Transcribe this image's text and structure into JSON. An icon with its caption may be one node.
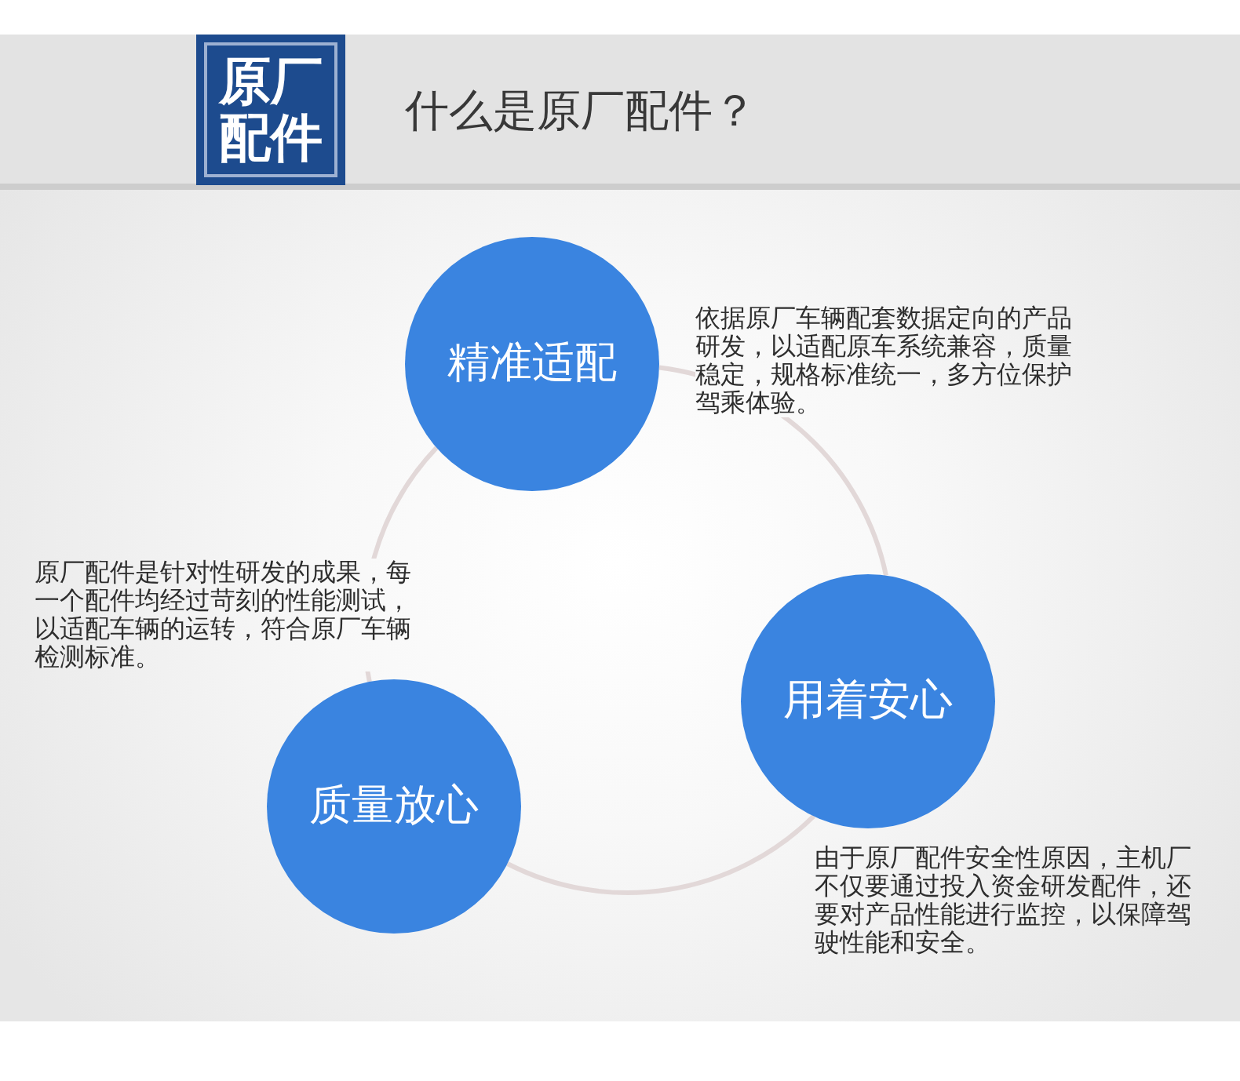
{
  "diagram": {
    "title": "什么是原厂配件？",
    "nodes": [
      {
        "text": [
          "原厂配件"
        ]
      },
      {
        "text": [
          "精准适配"
        ],
        "beside": [
          "依据原厂车辆配套数据定向的产品研发，以适配原车系统兼容，质量稳定，规格标准统一，多方位保护驾乘体验。"
        ]
      },
      {
        "text": [
          "用着安心"
        ],
        "beside": [
          "由于原厂配件安全性原因，主机厂不仅要通过投入资金研发配件，还要对产品性能进行监控，以保障驾驶性能和安全。"
        ]
      },
      {
        "text": [
          "质量放心"
        ],
        "beside": [
          "原厂配件是针对性研发的成果，每一个配件均经过苛刻的性能测试，以适配车辆的运转，符合原厂车辆检测标准。"
        ]
      }
    ],
    "edges": [
      {
        "from": 1,
        "to": 2,
        "arrow": "none"
      },
      {
        "from": 2,
        "to": 3,
        "arrow": "none"
      },
      {
        "from": 3,
        "to": 1,
        "arrow": "none"
      }
    ]
  }
}
